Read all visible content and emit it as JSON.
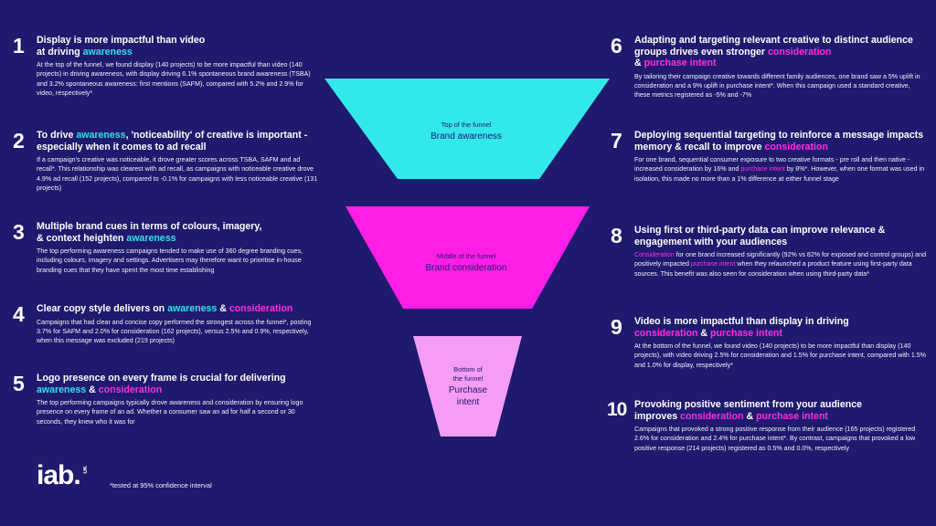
{
  "colors": {
    "background": "#1f1a6e",
    "awareness_highlight": "#33e0ea",
    "consideration_highlight": "#ff2ee0",
    "funnel_top": "#33e8ea",
    "funnel_middle": "#ff1ee6",
    "funnel_bottom": "#f59cf5"
  },
  "funnel": {
    "top_caption": "Top of the funnel",
    "top_title": "Brand awareness",
    "middle_caption": "Middle of the funnel",
    "middle_title": "Brand consideration",
    "bottom_caption_1": "Bottom of",
    "bottom_caption_2": "the funnel",
    "bottom_title_1": "Purchase",
    "bottom_title_2": "intent"
  },
  "items": [
    {
      "number": "1",
      "heading_a": "Display is more impactful than video",
      "heading_b": "at driving ",
      "heading_hl": "awareness",
      "body": "At the top of the funnel, we found display (140 projects) to be more impactful than video (140 projects) in driving awareness, with display driving 6.1% spontaneous brand awareness (TSBA) and 3.2% spontaneous awareness: first mentions (SAFM), compared with 5.2% and 2.9% for video, respectively*"
    },
    {
      "number": "2",
      "heading_a": "To drive ",
      "heading_hl": "awareness",
      "heading_b": ", 'noticeability' of creative is important - especially when it comes to ad recall",
      "body": "If a campaign's creative was noticeable, it drove greater scores across TSBA, SAFM and ad recall*. This relationship was clearest with ad recall, as campaigns with noticeable creative drove 4.9% ad recall (152 projects), compared to -0.1% for campaigns with less noticeable creative (131 projects)"
    },
    {
      "number": "3",
      "heading_a": "Multiple brand cues in terms of colours, imagery,",
      "heading_b": "& context heighten ",
      "heading_hl": "awareness",
      "body": "The top performing awareness campaigns tended to make use of 360 degree branding cues, including colours, imagery and settings. Advertisers may therefore want to prioritise in-house branding cues that they have spent the most time establishing"
    },
    {
      "number": "4",
      "heading_a": "Clear copy style delivers on ",
      "heading_hl": "awareness",
      "heading_amp": " & ",
      "heading_hl2": "consideration",
      "body": "Campaigns that had clear and concise copy performed the strongest across the funnel*, posting 3.7% for SAFM and 2.0% for consideration (162 projects), versus 2.5% and 0.9%, respectively, when this message was excluded (219 projects)"
    },
    {
      "number": "5",
      "heading_a": "Logo presence on every frame is crucial for delivering",
      "heading_hl": "awareness",
      "heading_amp": " & ",
      "heading_hl2": "consideration",
      "body": "The top performing campaigns typically drove awareness and consideration by ensuring logo presence on every frame of an ad. Whether a consumer saw an ad for half a second or 30 seconds, they knew who it was for"
    },
    {
      "number": "6",
      "heading_a": "Adapting and targeting relevant creative to distinct audience groups drives even stronger ",
      "heading_hl": "consideration",
      "heading_amp": "& ",
      "heading_hl2": "purchase intent",
      "body": "By tailoring their campaign creative towards different family audiences, one brand saw a 5% uplift in consideration and a 9% uplift in purchase intent*. When this campaign used a standard creative, these metrics registered as -5% and -7%"
    },
    {
      "number": "7",
      "heading_a": "Deploying sequential targeting to reinforce a message impacts memory & recall to improve ",
      "heading_hl": "consideration",
      "body_a": "For one brand, sequential consumer exposure to two creative formats - pre roll and then native - increased consideration by 16% and ",
      "body_hl": "purchase intent",
      "body_b": " by 8%*. However, when one format was used in isolation, this made no more than a 1% difference at either funnel stage"
    },
    {
      "number": "8",
      "heading_a": "Using first or third-party data can improve relevance & engagement with your audiences",
      "body_hl": "Consideration",
      "body_a": " for one brand increased significantly (92% vs 82% for exposed and control groups) and positively impacted ",
      "body_hl2": "purchase intent",
      "body_b": " when they relaunched a product feature using first-party data sources. This benefit was also seen for consideration when using third-party data*"
    },
    {
      "number": "9",
      "heading_a": "Video is more impactful than display in driving",
      "heading_hl": "consideration",
      "heading_amp": " & ",
      "heading_hl2": "purchase intent",
      "body": "At the bottom of the funnel, we found video (140 projects) to be more impactful than display (140 projects), with video driving 2.5% for consideration and 1.5% for purchase intent, compared with 1.5% and 1.0% for display, respectively*"
    },
    {
      "number": "10",
      "heading_a": "Provoking positive sentiment from your audience",
      "heading_b": "improves ",
      "heading_hl": "consideration",
      "heading_amp": " & ",
      "heading_hl2": "purchase intent",
      "body": "Campaigns that provoked a strong positive response from their audience (165 projects) registered 2.6% for consideration and 2.4% for purchase intent*. By contrast, campaigns that provoked a low positive response (214 projects) registered as 0.5% and 0.0%, respectively"
    }
  ],
  "logo": {
    "text": "iab.",
    "region": "UK"
  },
  "footnote": "*tested at 95% confidence interval"
}
